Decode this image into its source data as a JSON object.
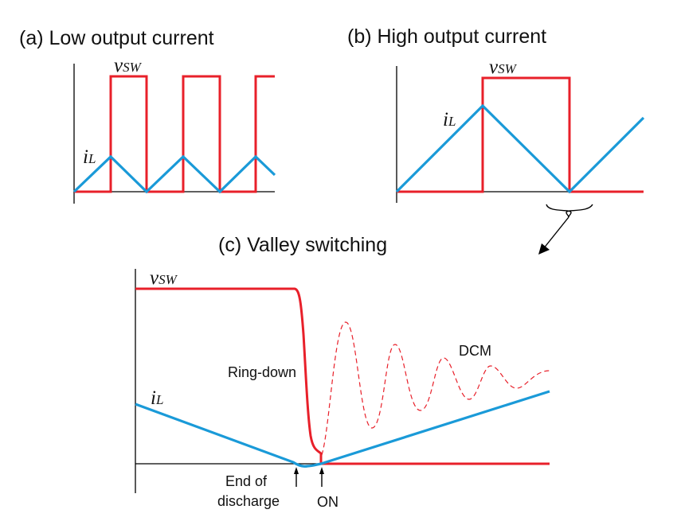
{
  "figure": {
    "panel_a": {
      "title": "(a) Low output current",
      "vsw_label": {
        "main": "v",
        "sub": "SW"
      },
      "il_label": {
        "main": "i",
        "sub": "L"
      }
    },
    "panel_b": {
      "title": "(b) High output current",
      "vsw_label": {
        "main": "v",
        "sub": "SW"
      },
      "il_label": {
        "main": "i",
        "sub": "L"
      }
    },
    "panel_c": {
      "title": "(c) Valley switching",
      "vsw_label": {
        "main": "v",
        "sub": "SW"
      },
      "il_label": {
        "main": "i",
        "sub": "L"
      },
      "annotations": {
        "ring_down": "Ring-down",
        "dcm": "DCM",
        "end_of_discharge_line1": "End of",
        "end_of_discharge_line2": "discharge",
        "on": "ON"
      }
    },
    "colors": {
      "vsw": "#e8202a",
      "il": "#1a9ad8",
      "axis": "#000000"
    }
  }
}
